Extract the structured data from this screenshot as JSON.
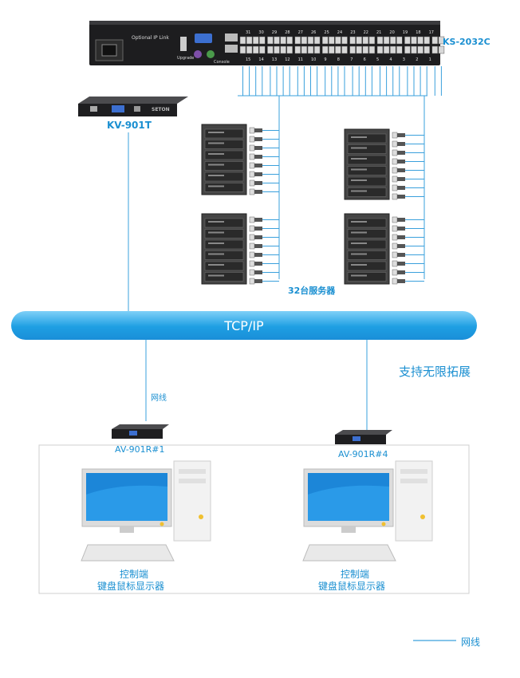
{
  "devices": {
    "kvm_switch": "KS-2032C",
    "kvm_sublabel_left": "Optional IP Link",
    "kvm_sublabel_upgrade": "Upgrade",
    "kvm_sublabel_console": "Console",
    "transmitter": "KV-901T",
    "transmitter_brand": "SETON",
    "receiver_1": "AV-901R#1",
    "receiver_4": "AV-901R#4"
  },
  "port_numbers_top": [
    "31",
    "30",
    "29",
    "28",
    "27",
    "26",
    "25",
    "24",
    "23",
    "22",
    "21",
    "20",
    "19",
    "18",
    "17"
  ],
  "port_numbers_bottom": [
    "15",
    "14",
    "13",
    "12",
    "11",
    "10",
    "9",
    "8",
    "7",
    "6",
    "5",
    "4",
    "3",
    "2",
    "1"
  ],
  "labels": {
    "servers": "32台服务器",
    "network": "TCP/IP",
    "unlimited_expansion": "支持无限拓展",
    "cable_label": "网线",
    "console_1": "控制端",
    "peripherals_1": "键盘鼠标显示器",
    "console_2": "控制端",
    "peripherals_2": "键盘鼠标显示器"
  },
  "legend": {
    "cable": "网线"
  },
  "colors": {
    "accent": "#1a8fd1",
    "cable": "#3aa0dc",
    "bus_light": "#7fd0f8",
    "bus_dark": "#1a8ed8"
  }
}
